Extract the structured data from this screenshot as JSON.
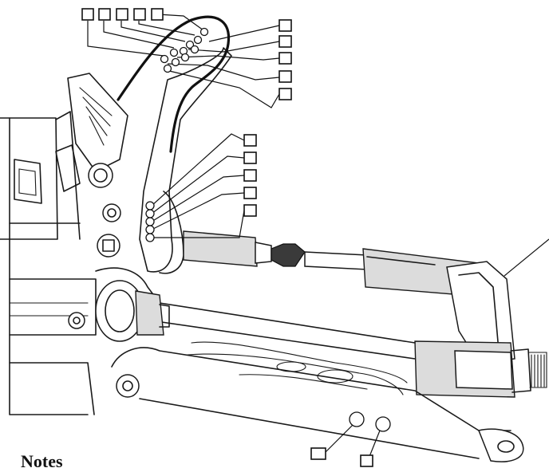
{
  "notes": {
    "heading": "Notes"
  },
  "callouts": {
    "top_row_count": 5,
    "right_column_upper_count": 5,
    "right_column_middle_count": 5,
    "bottom_count": 2,
    "blank_label_text": ""
  }
}
